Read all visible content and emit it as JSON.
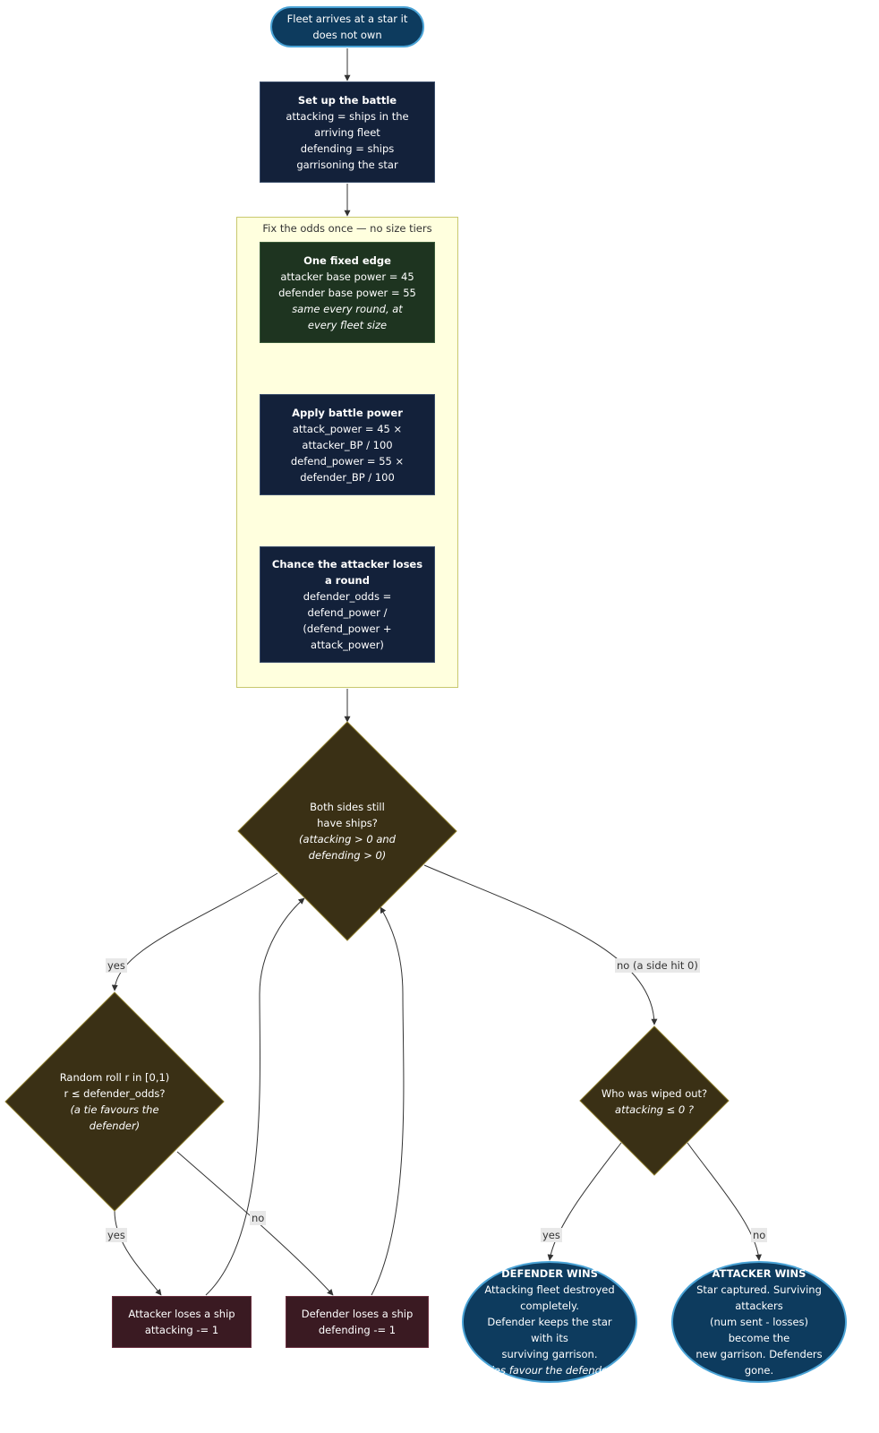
{
  "colors": {
    "edge": "#333333",
    "decision_fill": "#3a3015",
    "decision_stroke": "#8a7a2a",
    "cluster_fill": "#ffffde"
  },
  "nodes": {
    "start": {
      "lines": [
        "Fleet arrives at a star it",
        "does not own"
      ]
    },
    "setup": {
      "title": "Set up the battle",
      "lines": [
        "attacking = ships in the",
        "arriving fleet",
        "defending = ships",
        "garrisoning the star"
      ]
    },
    "cluster_title": "Fix the odds once — no size tiers",
    "fixed_edge": {
      "title": "One fixed edge",
      "lines": [
        "attacker base power = 45",
        "defender base power = 55"
      ],
      "italic": [
        "same every round, at",
        "every fleet size"
      ]
    },
    "battle_power": {
      "title": "Apply battle power",
      "lines": [
        "attack_power = 45 ×",
        "attacker_BP / 100",
        "defend_power = 55 ×",
        "defender_BP / 100"
      ]
    },
    "chance": {
      "title": "Chance the attacker loses",
      "title2": "a round",
      "lines": [
        "defender_odds =",
        "defend_power /",
        "(defend_power +",
        "attack_power)"
      ]
    },
    "both_sides": {
      "lines": [
        "Both sides still",
        "have ships?"
      ],
      "italic": [
        "(attacking > 0 and",
        "defending > 0)"
      ]
    },
    "roll": {
      "lines": [
        "Random roll r in [0,1)",
        "r ≤ defender_odds?"
      ],
      "italic": [
        "(a tie favours the",
        "defender)"
      ]
    },
    "wiped": {
      "lines": [
        "Who was wiped out?"
      ],
      "italic": [
        "attacking ≤ 0 ?"
      ]
    },
    "attacker_loses": {
      "lines": [
        "Attacker loses a ship",
        "attacking -= 1"
      ]
    },
    "defender_loses": {
      "lines": [
        "Defender loses a ship",
        "defending -= 1"
      ]
    },
    "defender_wins": {
      "title": "DEFENDER WINS",
      "lines": [
        "Attacking fleet destroyed",
        "completely.",
        "Defender keeps the star",
        "with its",
        "surviving garrison."
      ],
      "italic": [
        "(ties favour the defender)"
      ]
    },
    "attacker_wins": {
      "title": "ATTACKER WINS",
      "lines": [
        "Star captured. Surviving",
        "attackers",
        "(num sent - losses)",
        "become the",
        "new garrison. Defenders",
        "gone."
      ]
    }
  },
  "edge_labels": {
    "both_yes": "yes",
    "both_no": "no (a side hit 0)",
    "roll_yes": "yes",
    "roll_no": "no",
    "wiped_yes": "yes",
    "wiped_no": "no"
  }
}
